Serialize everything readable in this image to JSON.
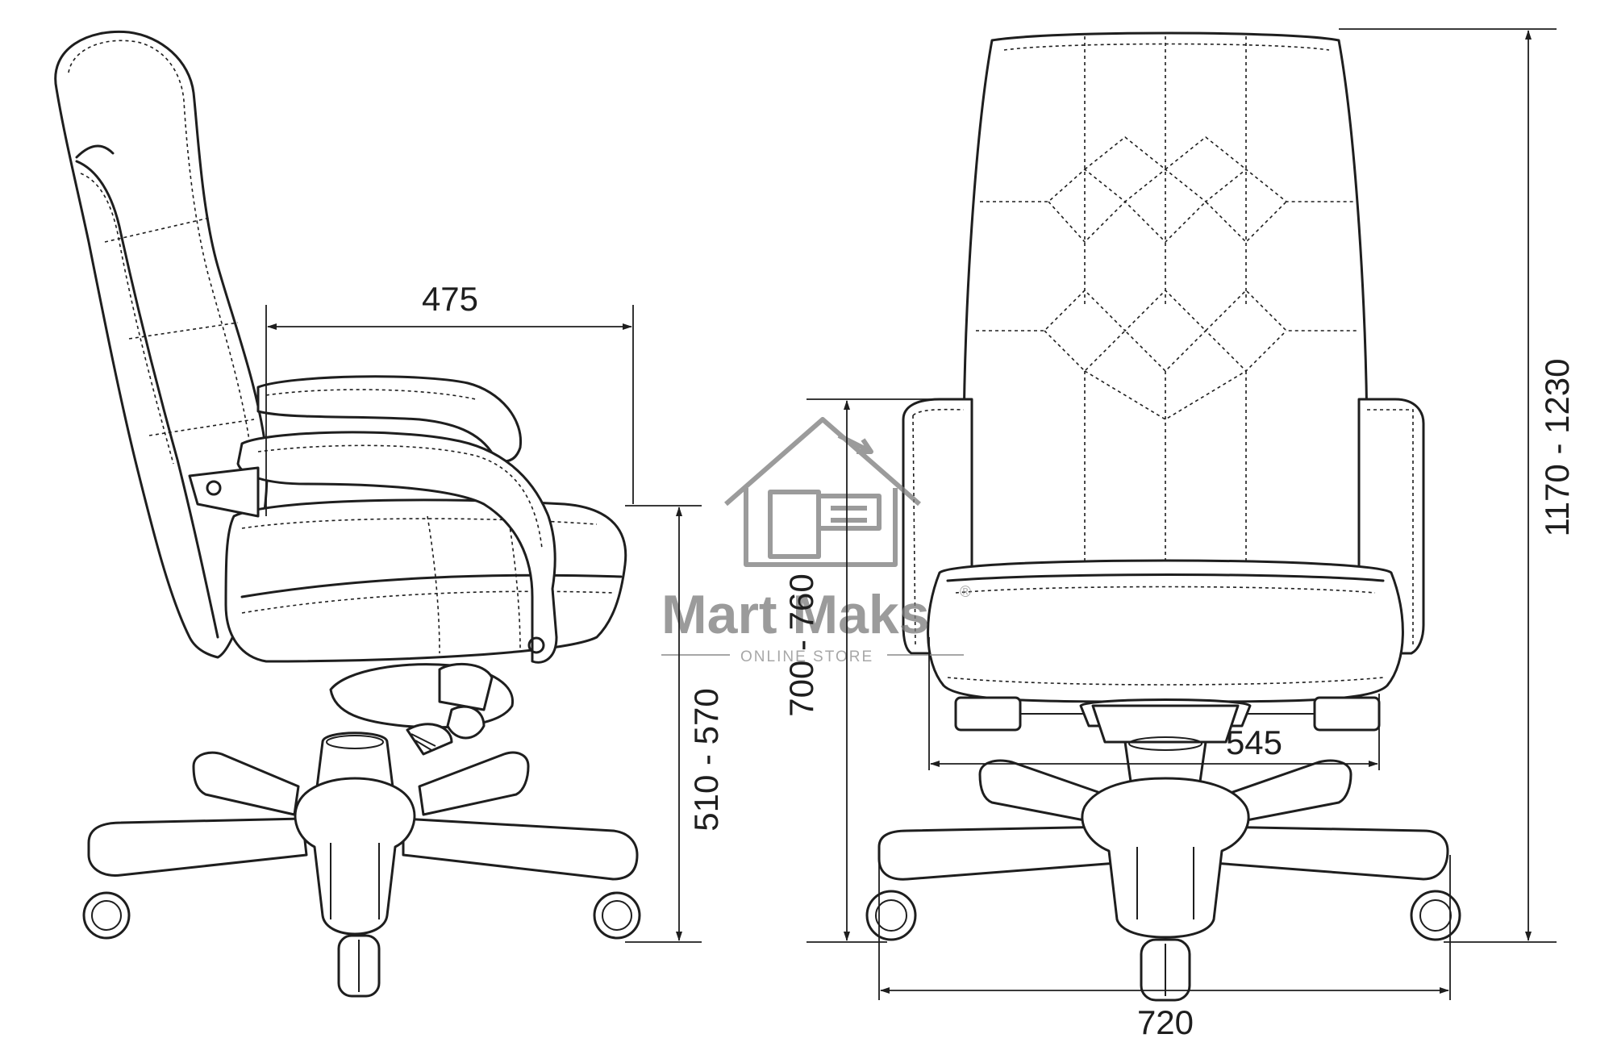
{
  "dimensions": {
    "seat_depth": "475",
    "seat_height": "510 - 570",
    "armrest_height": "700 - 760",
    "total_height": "1170 - 1230",
    "seat_width": "545",
    "base_width": "720"
  },
  "watermark": {
    "brand": "Mart Maks",
    "registered": "®",
    "tagline": "ONLINE STORE"
  },
  "colors": {
    "line": "#1e1e1e",
    "watermark": "#7a7a7a"
  }
}
